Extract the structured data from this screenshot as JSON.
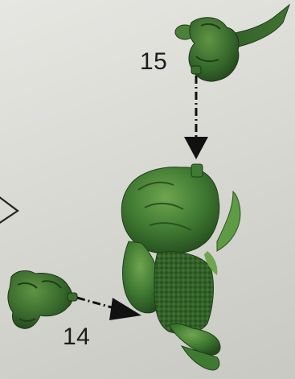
{
  "callouts": {
    "top_part_number": "15",
    "bottom_part_number": "14"
  },
  "parts": {
    "upper_part": "hand-with-blade",
    "lower_part": "left-hand",
    "main_body": "green-figure-torso"
  },
  "colors": {
    "background": "#d9d9d4",
    "figure_green": "#3f7a32",
    "figure_green_dark": "#2c5a24",
    "figure_green_light": "#6fa54e",
    "arrow": "#111111",
    "text": "#1c1c1c"
  }
}
